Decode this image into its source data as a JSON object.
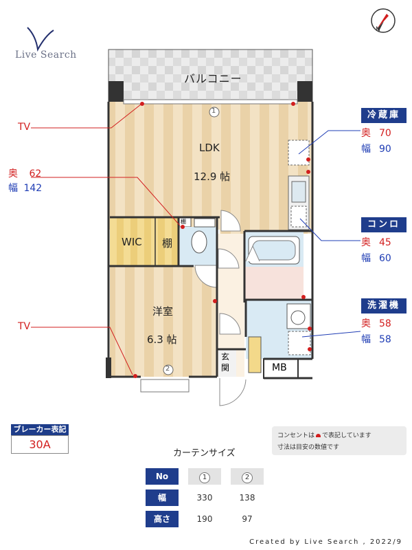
{
  "logo": {
    "text": "Live Search"
  },
  "rooms": {
    "balcony": "バルコニー",
    "ldk_name": "LDK",
    "ldk_size": "12.9 帖",
    "wic": "WIC",
    "shelf": "棚",
    "shelf_small": "棚",
    "western_name": "洋室",
    "western_size": "6.3 帖",
    "entrance": "玄関",
    "mb": "MB"
  },
  "window_markers": {
    "one": "1",
    "two": "2"
  },
  "callouts": {
    "tv_top": "TV",
    "tv_bottom": "TV",
    "shelf_depth_label": "奥",
    "shelf_depth": "62",
    "shelf_width_label": "幅",
    "shelf_width": "142"
  },
  "appliances": [
    {
      "title": "冷蔵庫",
      "depth_label": "奥",
      "depth": "70",
      "width_label": "幅",
      "width": "90"
    },
    {
      "title": "コンロ",
      "depth_label": "奥",
      "depth": "45",
      "width_label": "幅",
      "width": "60"
    },
    {
      "title": "洗濯機",
      "depth_label": "奥",
      "depth": "58",
      "width_label": "幅",
      "width": "58"
    }
  ],
  "breaker": {
    "title": "ブレーカー表記",
    "value": "30A"
  },
  "note": {
    "line1_pre": "コンセントは",
    "line1_post": "で表記しています",
    "line2": "寸法は目安の数値です"
  },
  "curtain": {
    "title": "カーテンサイズ",
    "header_label": "No",
    "columns": [
      "1",
      "2"
    ],
    "rows": [
      {
        "label": "幅",
        "values": [
          "330",
          "138"
        ]
      },
      {
        "label": "高さ",
        "values": [
          "190",
          "97"
        ]
      }
    ]
  },
  "credit": "Created by Live Search , 2022/9",
  "colors": {
    "navy": "#1f3d8c",
    "outlet_red": "#d21e1e",
    "wood": "#f1dfc0",
    "tile": "#d9eaf4",
    "wic": "#f3d98a"
  }
}
